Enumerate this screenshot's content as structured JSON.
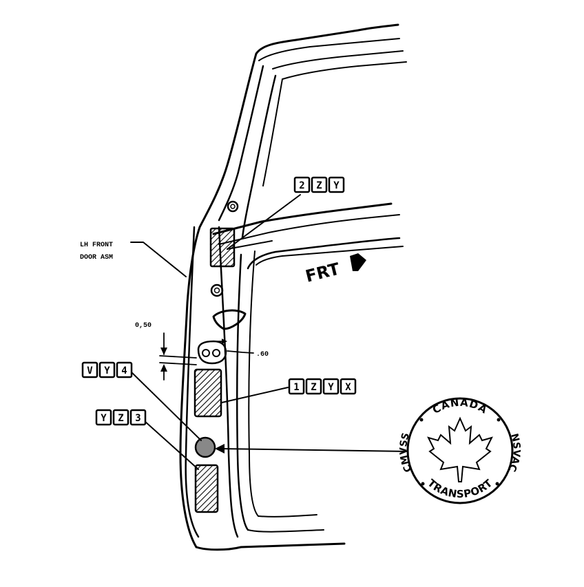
{
  "labels": {
    "door_assembly_line1": "LH FRONT",
    "door_assembly_line2": "DOOR ASM",
    "front_direction": "FRT",
    "dimension_vertical": "0,50",
    "dimension_horizontal": ".60"
  },
  "code_boxes": {
    "upper": [
      "2",
      "Z",
      "Y"
    ],
    "middle": [
      "1",
      "Z",
      "Y",
      "X"
    ],
    "left_upper": [
      "V",
      "Y",
      "4"
    ],
    "left_lower": [
      "Y",
      "Z",
      "3"
    ]
  },
  "seal": {
    "top_text": "CANADA",
    "bottom_text": "TRANSPORT",
    "left_text": "CMVSS",
    "right_text": "NSVAC",
    "icon": "maple-leaf-icon"
  },
  "colors": {
    "ink": "#000000",
    "paper": "#ffffff"
  }
}
